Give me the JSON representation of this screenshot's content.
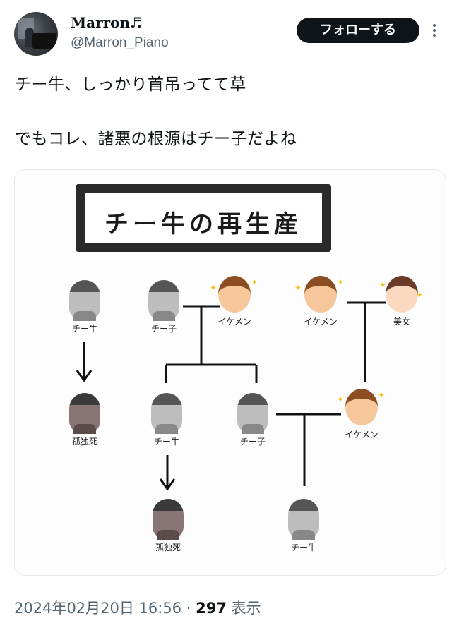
{
  "header": {
    "display_name": "Marron♬",
    "handle": "@Marron_Piano",
    "follow_label": "フォローする"
  },
  "tweet": {
    "line1": "チー牛、しっかり首吊ってて草",
    "line2": "でもコレ、諸悪の根源はチー子だよね"
  },
  "diagram": {
    "title": "チー牛の再生産",
    "labels": {
      "row1_a": "チー牛",
      "row1_b": "チー子",
      "row1_c": "イケメン",
      "row1_d": "イケメン",
      "row1_e": "美女",
      "row2_a": "孤独死",
      "row2_b": "チー牛",
      "row2_c": "チー子",
      "row2_d": "イケメン",
      "row3_a": "孤独死",
      "row3_b": "チー牛"
    }
  },
  "footer": {
    "datetime": "2024年02月20日 16:56",
    "separator": " · ",
    "views_count": "297",
    "views_label": " 表示"
  },
  "icons": [
    "more-vertical-icon",
    "avatar-image"
  ]
}
